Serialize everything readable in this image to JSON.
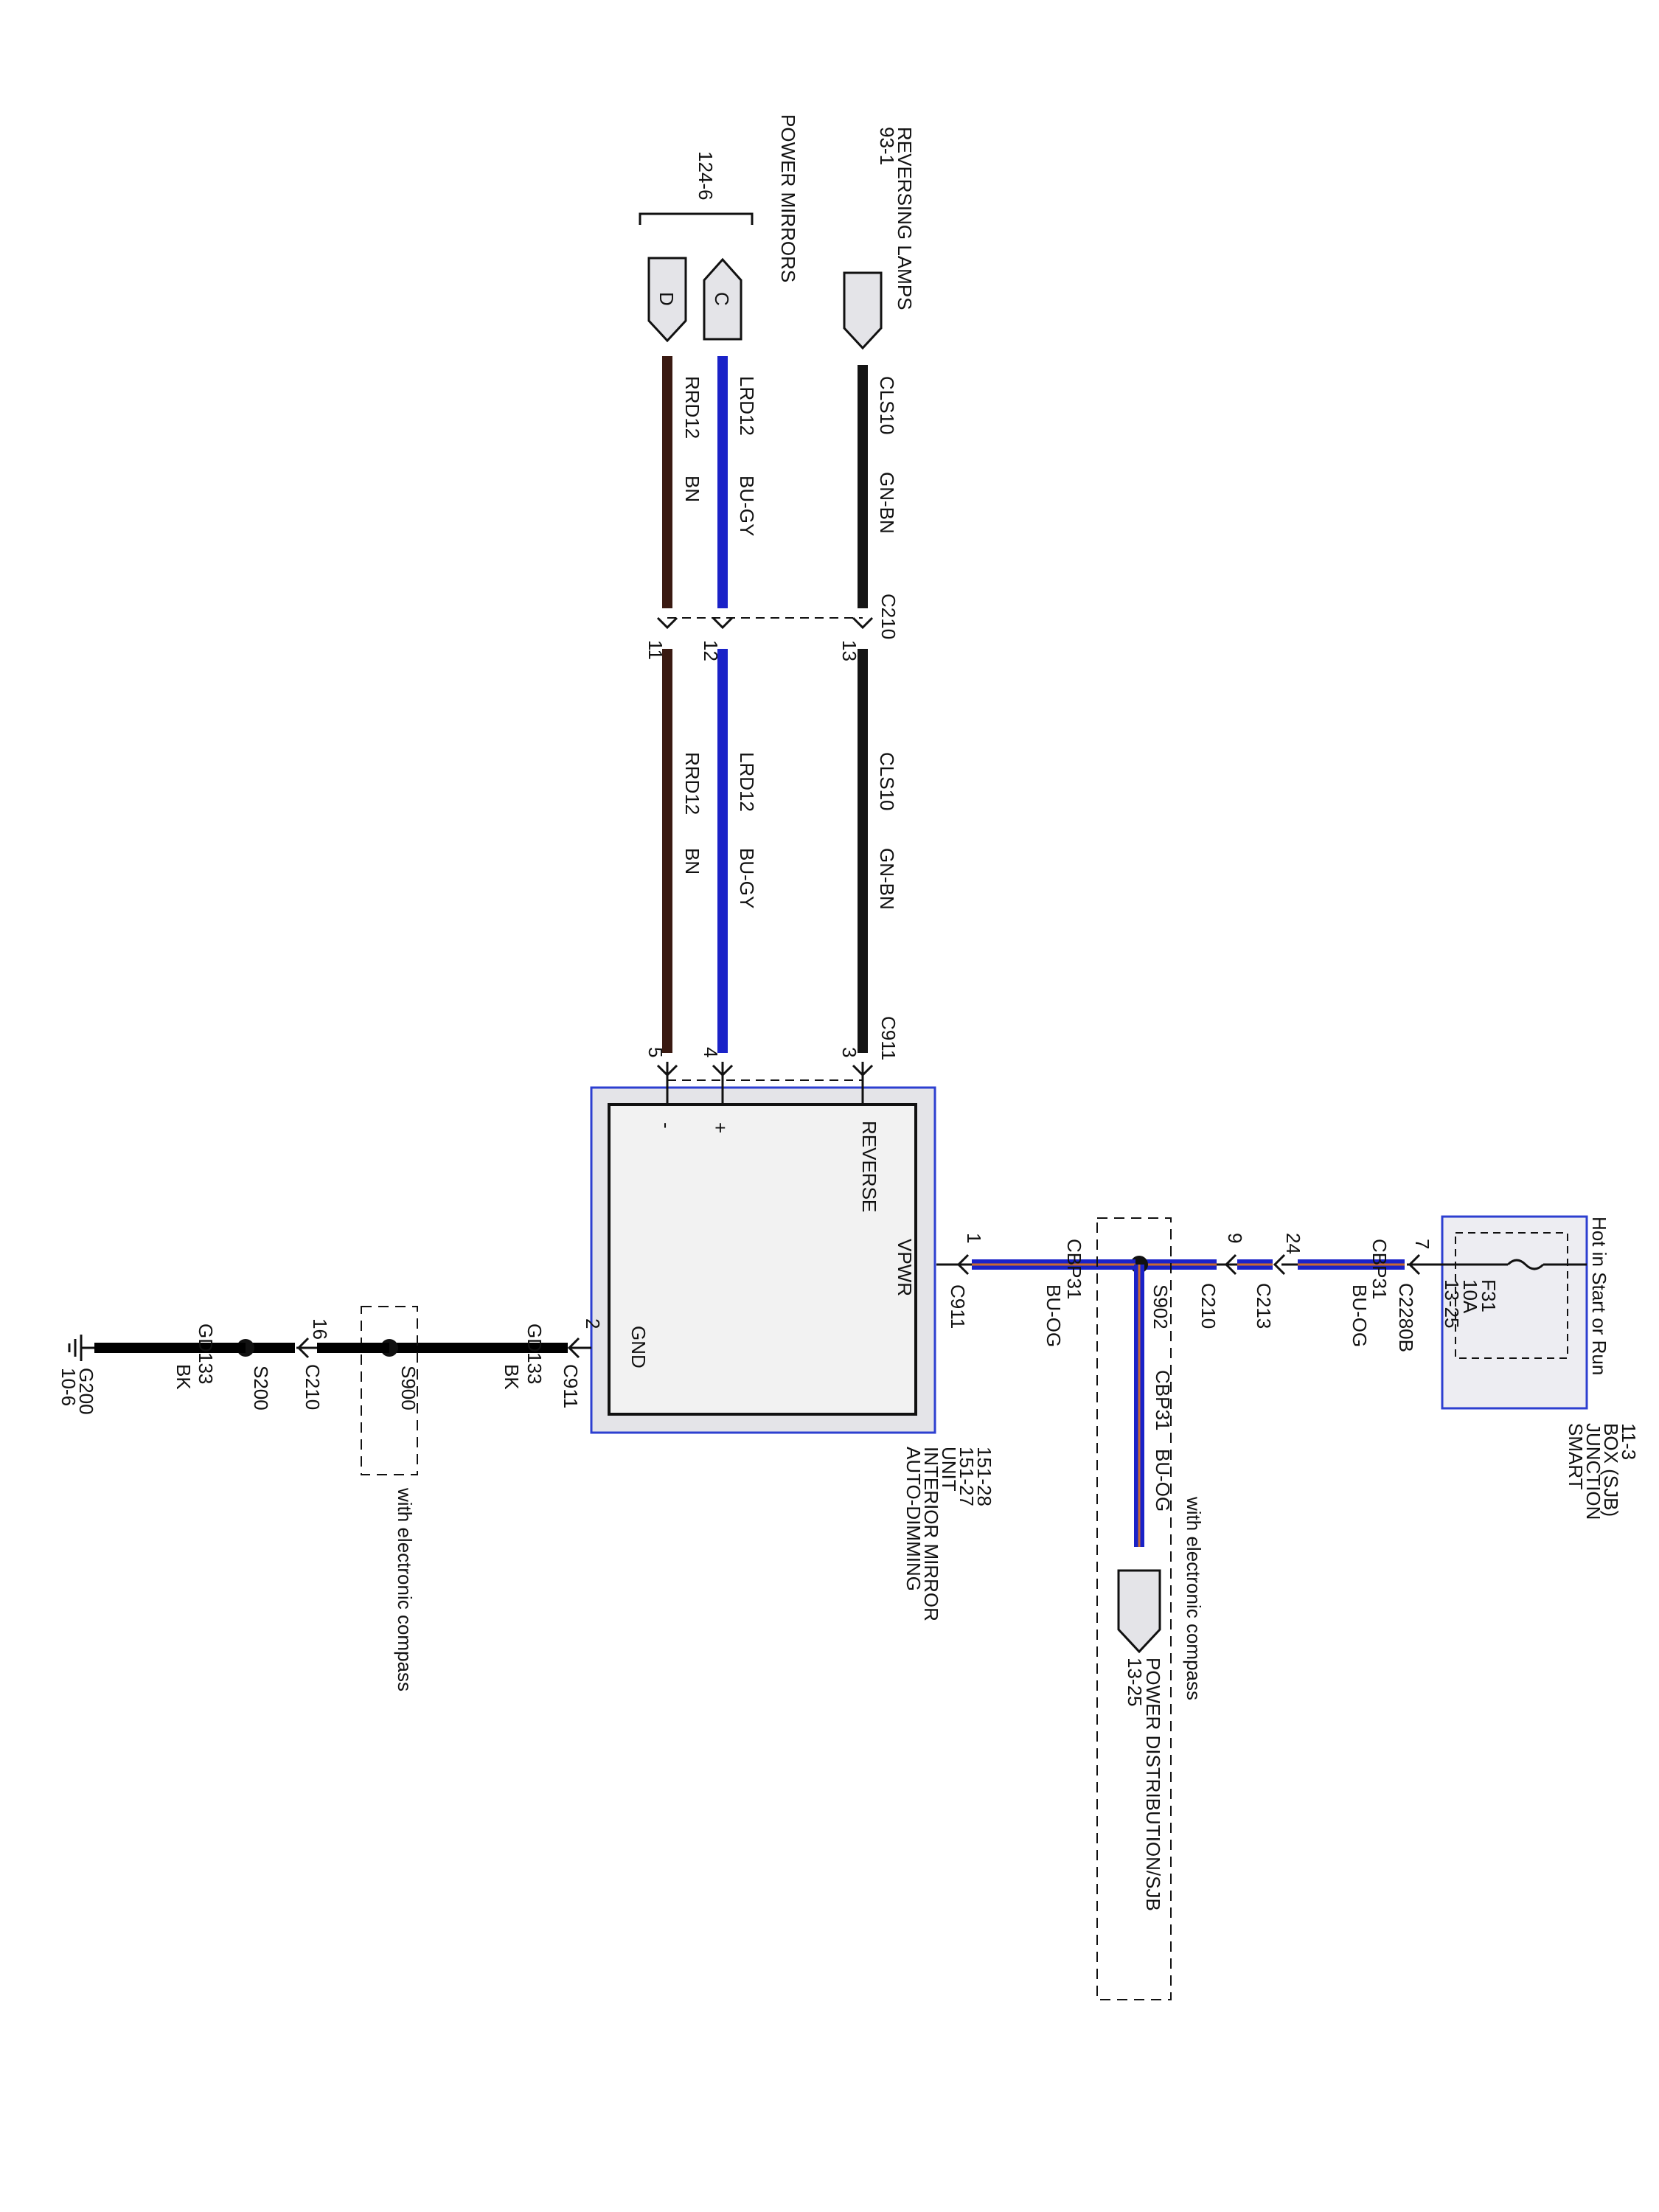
{
  "smart_junction_box": {
    "label_lines": [
      "SMART",
      "JUNCTION",
      "BOX (SJB)",
      "11-3"
    ],
    "fuse_id": "F31",
    "fuse_rating": "10A",
    "fuse_page": "13-25",
    "power_label": "Hot in Start or Run"
  },
  "mirror_unit": {
    "label_lines": [
      "AUTO-DIMMING",
      "INTERIOR MIRROR",
      "UNIT",
      "151-27",
      "151-28"
    ],
    "pin_vpwr": "VPWR",
    "pin_gnd": "GND",
    "pin_reverse": "REVERSE",
    "pin_plus": "+",
    "pin_minus": "-"
  },
  "reversing_lamps": {
    "line1": "REVERSING LAMPS",
    "line2": "93-1"
  },
  "power_mirrors": {
    "name": "POWER MIRRORS",
    "page": "124-6",
    "conn_c": "C",
    "conn_d": "D"
  },
  "power_distribution": {
    "name": "POWER DISTRIBUTION/SJB",
    "page": "13-25"
  },
  "options": {
    "compass_upper": "with electronic compass",
    "compass_lower": "with electronic compass"
  },
  "connectors": {
    "c2280b": "C2280B",
    "c2280b_pin": "7",
    "c213": "C213",
    "c213_pin": "24",
    "c210_power": "C210",
    "c210_power_pin": "9",
    "c911_vpwr": "C911",
    "c911_vpwr_pin": "1",
    "c911_gnd": "C911",
    "c911_gnd_pin": "2",
    "c210_gnd": "C210",
    "c210_gnd_pin": "16",
    "c210_top": "C210",
    "c210_pin13": "13",
    "c210_pin12": "12",
    "c210_pin11": "11",
    "c911_top": "C911",
    "c911_pin3": "3",
    "c911_pin4": "4",
    "c911_pin5": "5"
  },
  "splices": {
    "s902": "S902",
    "s900": "S900",
    "s200": "S200"
  },
  "ground": {
    "id": "G200",
    "page": "10-6"
  },
  "wires": {
    "cbp31_circuit": "CBP31",
    "cbp31_color": "BU-OG",
    "cls10_circuit": "CLS10",
    "cls10_color": "GN-BN",
    "lrd12_circuit": "LRD12",
    "lrd12_color": "BU-GY",
    "rrd12_circuit": "RRD12",
    "rrd12_color": "BN",
    "gd133_circuit": "GD133",
    "gd133_color": "BK"
  },
  "colors": {
    "bu_og_wire": "#1a22c8",
    "bu_og_tracer": "#c86a32",
    "bu_gy_wire": "#1a22c8",
    "gn_bn_wire": "#141414",
    "bn_wire": "#3a1a12",
    "bk_wire": "#000000",
    "module_border": "#2d3fd0",
    "module_fill": "#e4e4e8"
  }
}
